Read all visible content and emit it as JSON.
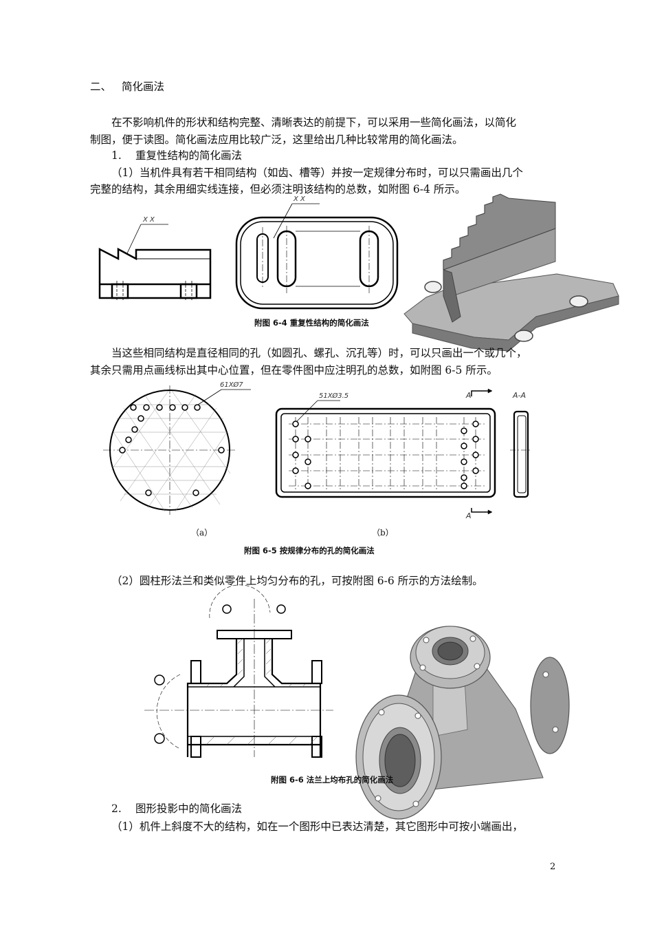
{
  "section": {
    "number": "二、",
    "title": "简化画法"
  },
  "intro": {
    "line1": "在不影响机件的形状和结构完整、清晰表达的前提下，可以采用一些简化画法，以简化",
    "line2": "制图，便于读图。简化画法应用比较广泛，这里给出几种比较常用的简化画法。"
  },
  "item1": {
    "number": "1.",
    "title": "重复性结构的简化画法"
  },
  "para1": {
    "line1": "（1）当机件具有若干相同结构（如齿、槽等）并按一定规律分布时，可以只需画出几个",
    "line2": "完整的结构，其余用细实线连接，但必须注明该结构的总数，如附图 6-4 所示。"
  },
  "fig64": {
    "caption": "附图 6-4 重复性结构的简化画法",
    "dim1": "X X",
    "dim2": "X X"
  },
  "para2": {
    "line1": "当这些相同结构是直径相同的孔（如圆孔、螺孔、沉孔等）时，可以只画出一个或几个，",
    "line2": "其余只需用点画线标出其中心位置，但在零件图中应注明孔的总数，如附图 6-5 所示。"
  },
  "fig65": {
    "dim_a": "61XØ7",
    "dim_b": "51XØ3.5",
    "sec_top": "A",
    "sec_view": "A-A",
    "sec_bottom": "A",
    "sub_a": "（a）",
    "sub_b": "（b）",
    "caption": "附图 6-5 按规律分布的孔的简化画法"
  },
  "para3": {
    "line1": "（2）圆柱形法兰和类似零件上均匀分布的孔，可按附图 6-6 所示的方法绘制。"
  },
  "fig66": {
    "caption": "附图 6-6 法兰上均布孔的简化画法"
  },
  "item2": {
    "number": "2.",
    "title": "图形投影中的简化画法"
  },
  "para4": {
    "line1": "（1）机件上斜度不大的结构，如在一个图形中已表达清楚，其它图形中可按小端画出，"
  },
  "page_number": "2"
}
